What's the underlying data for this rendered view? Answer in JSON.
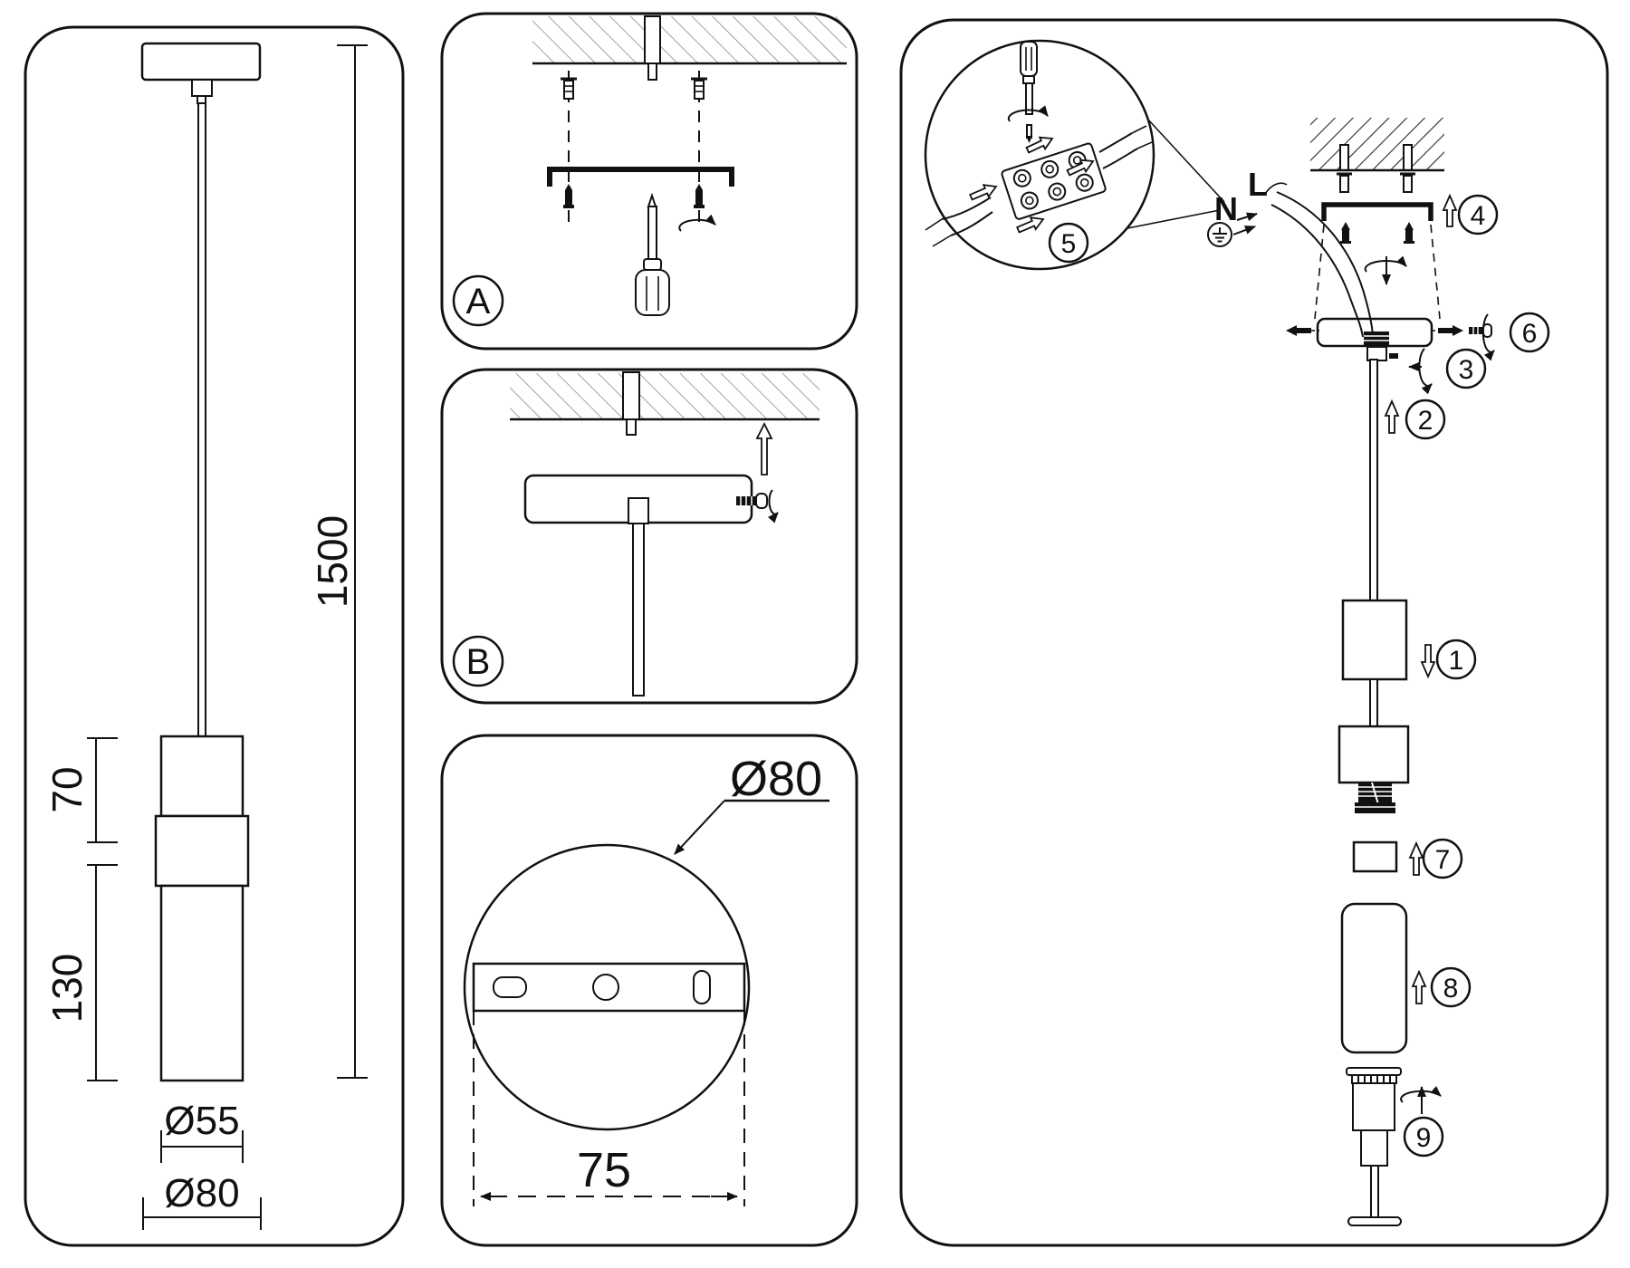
{
  "colors": {
    "ink": "#111111",
    "background": "#ffffff",
    "hatch_light": "#8a8a8a",
    "hatch_dark": "#2a2a2a"
  },
  "left_panel": {
    "length": "1500",
    "upper_section": "70",
    "lower_section": "130",
    "shade_diameter": "Ø55",
    "canopy_diameter": "Ø80"
  },
  "step_a": {
    "label": "A"
  },
  "step_b": {
    "label": "B"
  },
  "canopy_detail": {
    "diameter": "Ø80",
    "mount_spacing": "75"
  },
  "assembly": {
    "neutral": "N",
    "live": "L",
    "steps": {
      "s1": "1",
      "s2": "2",
      "s3": "3",
      "s4": "4",
      "s5": "5",
      "s6": "6",
      "s7": "7",
      "s8": "8",
      "s9": "9"
    }
  }
}
